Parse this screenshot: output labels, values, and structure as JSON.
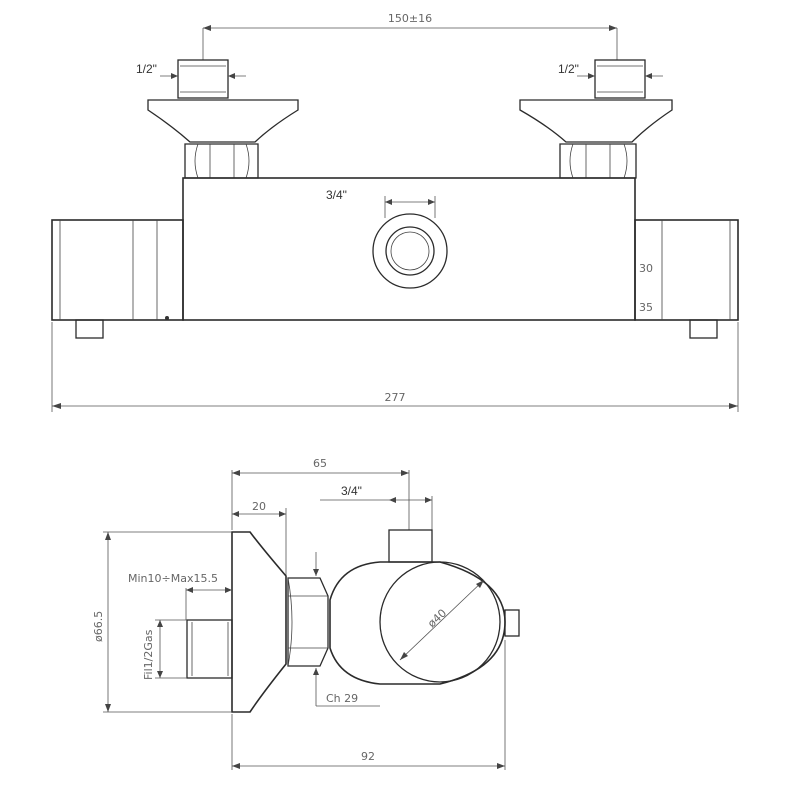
{
  "front_view": {
    "dim_inlet_spacing": "150±16",
    "dim_left_inlet": "1/2\"",
    "dim_right_inlet": "1/2\"",
    "dim_outlet": "3/4\"",
    "dim_cap_30": "30",
    "dim_cap_35": "35",
    "dim_total_length": "277"
  },
  "side_view": {
    "dim_depth_65": "65",
    "dim_flange_20": "20",
    "dim_outlet": "3/4\"",
    "dim_thread_range": "Min10÷Max15.5",
    "dim_flange_diameter": "ø66.5",
    "dim_thread": "Fil1/2Gas",
    "dim_body_diameter": "ø40",
    "dim_hex": "Ch 29",
    "dim_total_depth": "92"
  }
}
